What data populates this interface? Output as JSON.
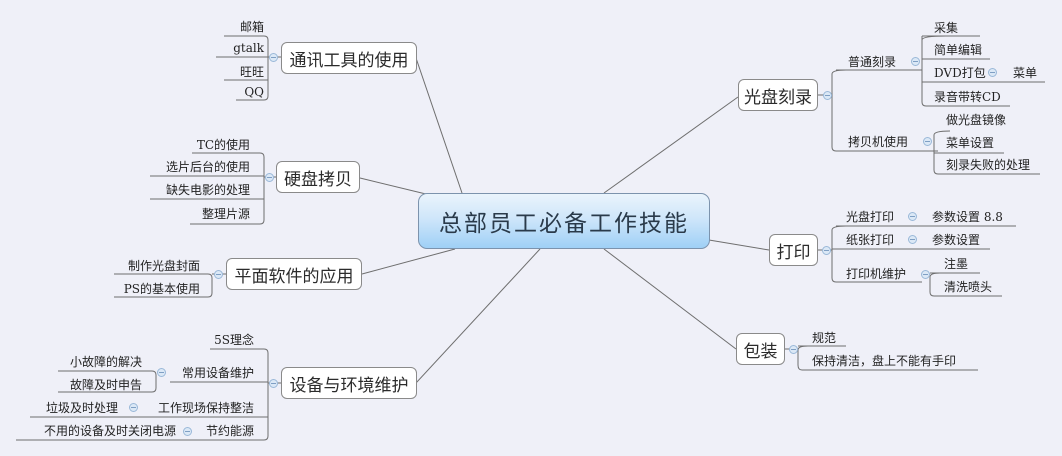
{
  "root": {
    "label": "总部员工必备工作技能"
  },
  "left": [
    {
      "label": "通讯工具的使用",
      "children": [
        "邮箱",
        "gtalk",
        "旺旺",
        "QQ"
      ]
    },
    {
      "label": "硬盘拷贝",
      "children": [
        "TC的使用",
        "选片后台的使用",
        "缺失电影的处理",
        "整理片源"
      ]
    },
    {
      "label": "平面软件的应用",
      "children": [
        "制作光盘封面",
        "PS的基本使用"
      ]
    },
    {
      "label": "设备与环境维护",
      "children": [
        {
          "label": "5S理念"
        },
        {
          "label": "常用设备维护",
          "children": [
            "小故障的解决",
            "故障及时申告"
          ]
        },
        {
          "label": "工作现场保持整洁",
          "children": [
            "垃圾及时处理"
          ]
        },
        {
          "label": "节约能源",
          "children": [
            "不用的设备及时关闭电源"
          ]
        }
      ]
    }
  ],
  "right": [
    {
      "label": "光盘刻录",
      "children": [
        {
          "label": "普通刻录",
          "children": [
            {
              "label": "采集"
            },
            {
              "label": "简单编辑"
            },
            {
              "label": "DVD打包",
              "children": [
                "菜单"
              ]
            },
            {
              "label": "录音带转CD"
            }
          ]
        },
        {
          "label": "拷贝机使用",
          "children": [
            "做光盘镜像",
            "菜单设置",
            "刻录失败的处理"
          ]
        }
      ]
    },
    {
      "label": "打印",
      "children": [
        {
          "label": "光盘打印",
          "children": [
            "参数设置 8.8"
          ]
        },
        {
          "label": "纸张打印",
          "children": [
            "参数设置"
          ]
        },
        {
          "label": "打印机维护",
          "children": [
            "注墨",
            "清洗喷头"
          ]
        }
      ]
    },
    {
      "label": "包装",
      "children": [
        "规范",
        "保持清洁，盘上不能有手印"
      ]
    }
  ],
  "colors": {
    "background": "#eff0f8",
    "root_gradient_bottom": "#9fd0f6",
    "line": "#6e6e6e",
    "toggle": "#9ab8d8"
  }
}
